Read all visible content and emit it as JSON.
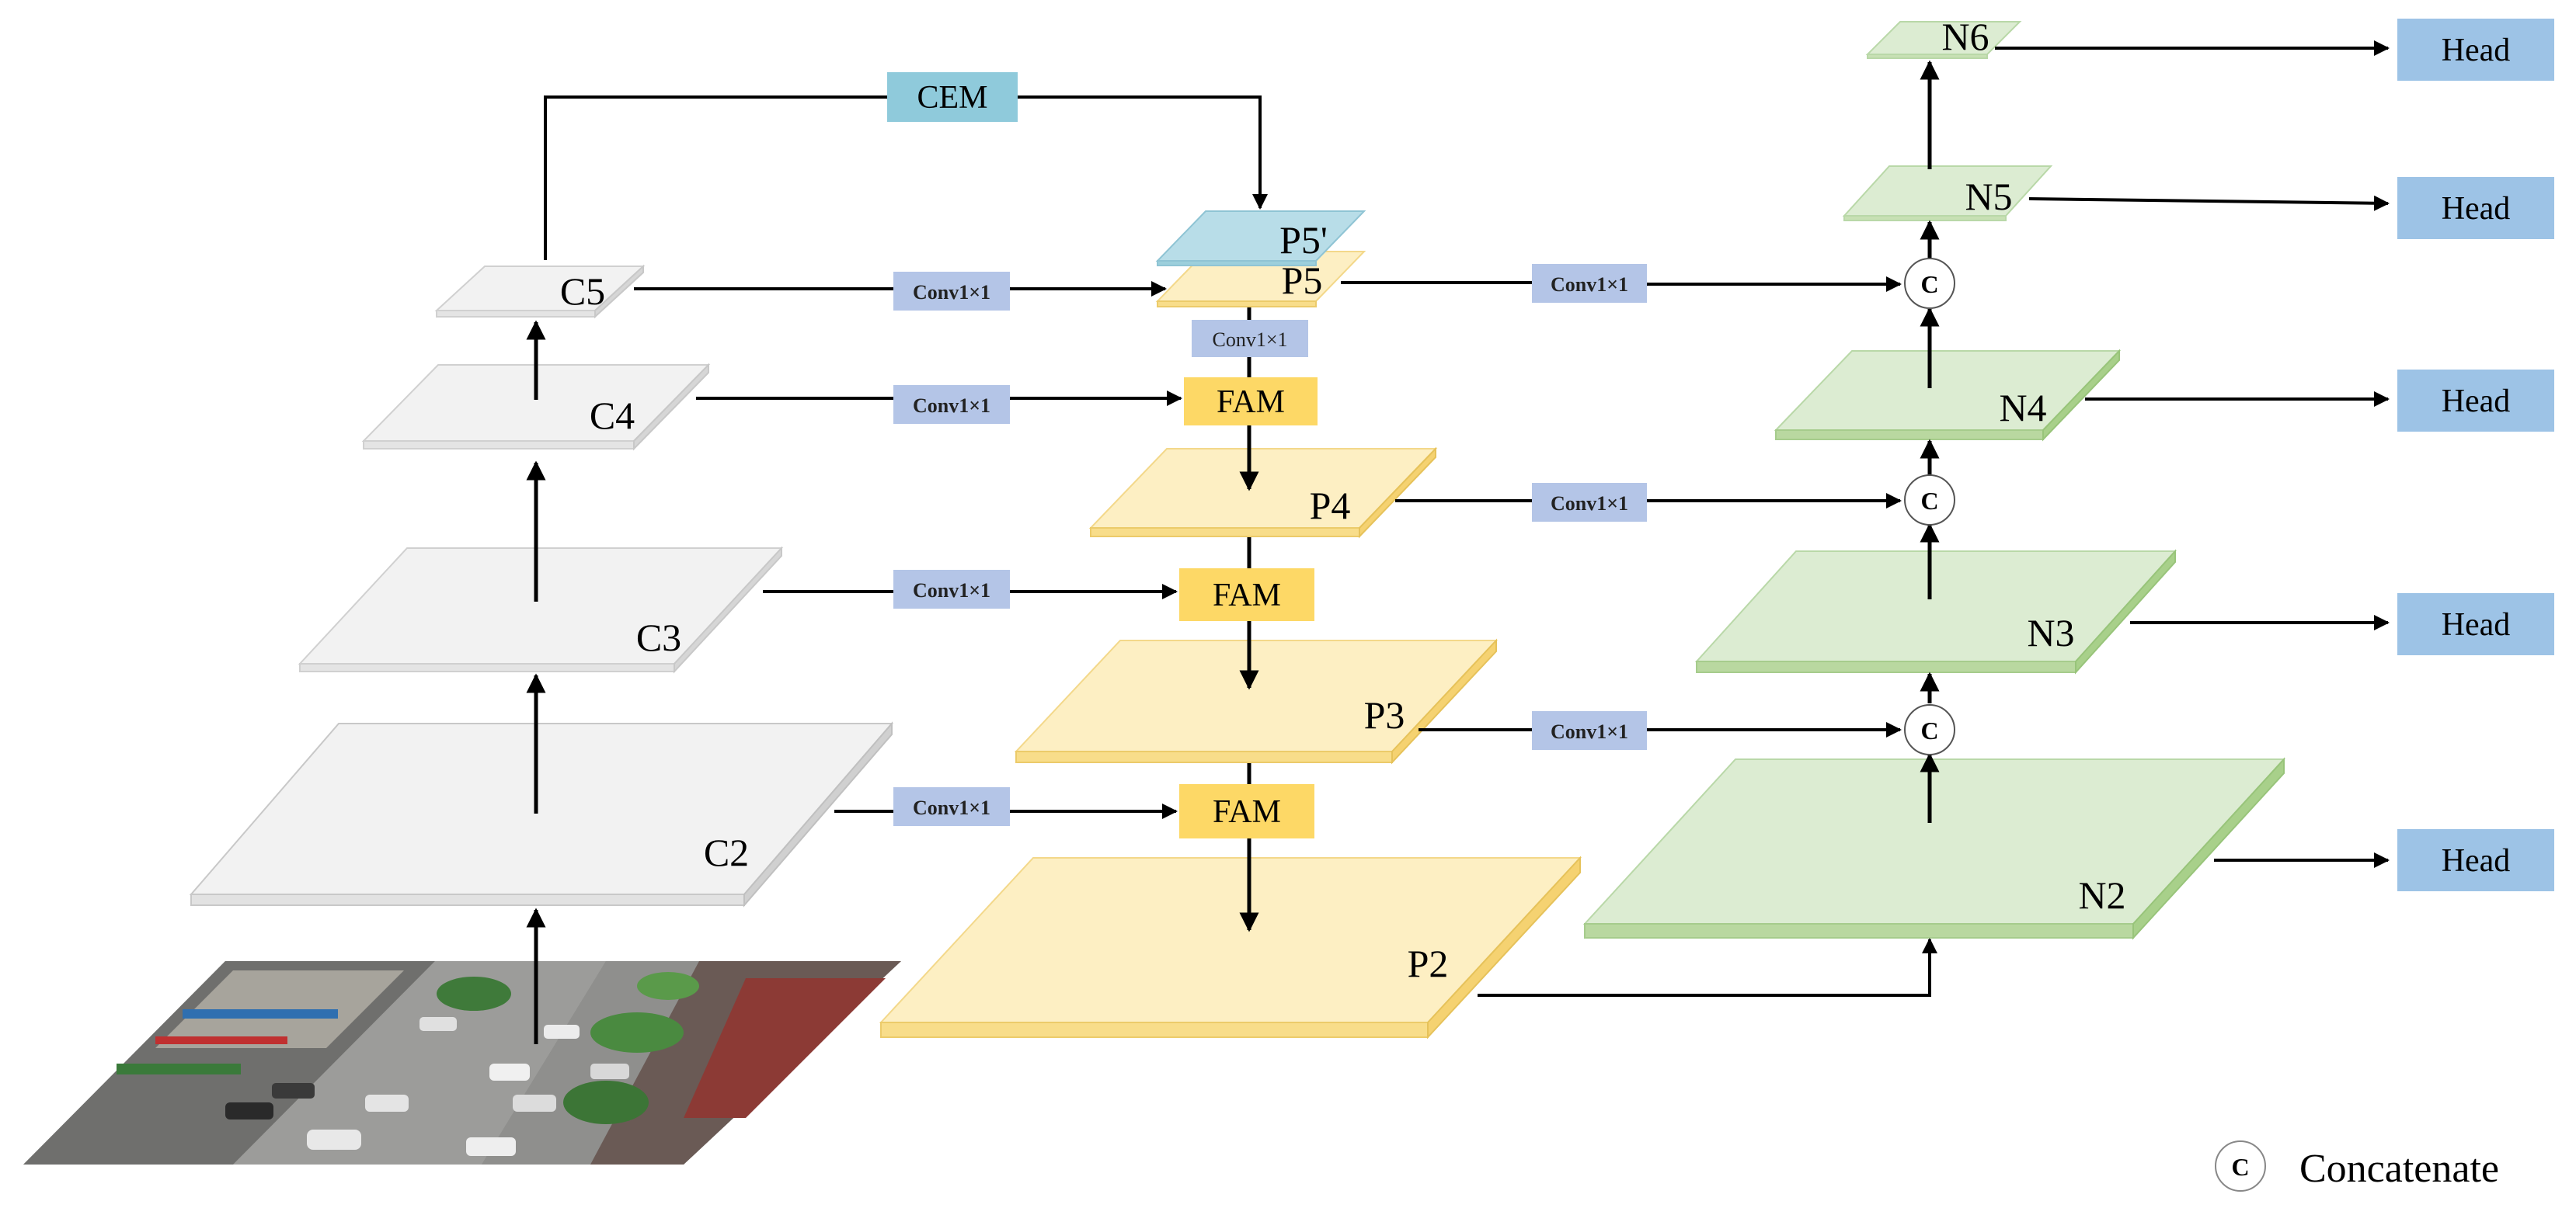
{
  "backbone": {
    "c2": "C2",
    "c3": "C3",
    "c4": "C4",
    "c5": "C5"
  },
  "cem": {
    "label": "CEM"
  },
  "fpn": {
    "p5prime": "P5'",
    "p5": "P5",
    "p4": "P4",
    "p3": "P3",
    "p2": "P2"
  },
  "neck": {
    "n2": "N2",
    "n3": "N3",
    "n4": "N4",
    "n5": "N5",
    "n6": "N6"
  },
  "blocks": {
    "conv": "Conv1×1",
    "fam": "FAM",
    "head": "Head",
    "concat_symbol": "C"
  },
  "legend": {
    "symbol": "C",
    "text": "Concatenate"
  },
  "colors": {
    "backbone": "#f2f2f2",
    "fpn": "#fdefc3",
    "p5prime": "#b8dde8",
    "neck": "#dcecd2",
    "fam": "#fdd866",
    "conv": "#b4c5e7",
    "head": "#9dc3e6",
    "cem": "#8fcadb"
  },
  "icons": {
    "input": "street-scene-image",
    "concat": "concat-circle-icon"
  }
}
